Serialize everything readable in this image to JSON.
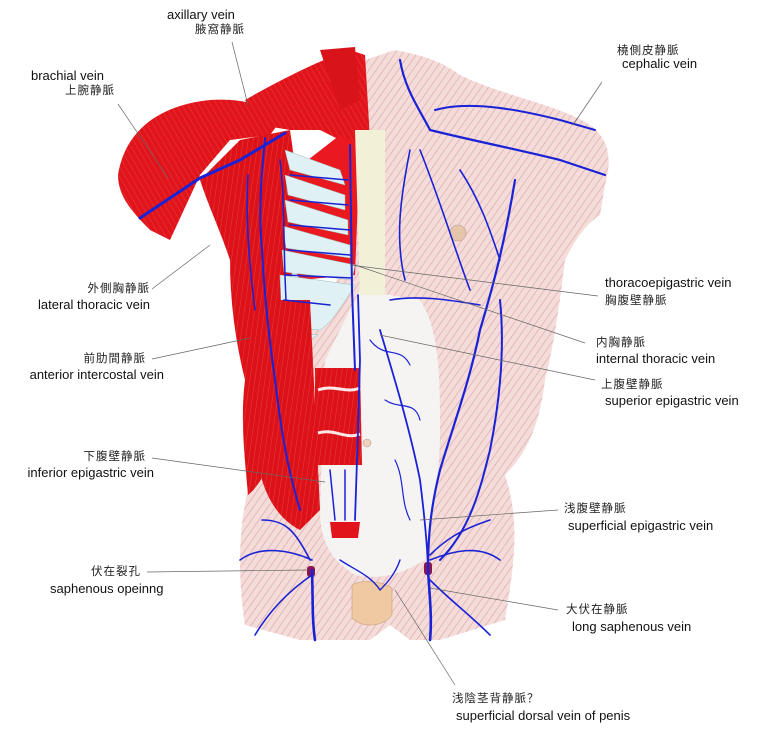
{
  "diagram": {
    "subject": "Superficial veins of the anterior trunk",
    "colors": {
      "muscle": "#e0141a",
      "muscle_dark": "#b00d12",
      "skin": "#f1d8d6",
      "skin_hatch": "#c94b4b",
      "vein": "#1a22d6",
      "rib_cartilage": "#dff1f4",
      "bone": "#f3f0d8",
      "leader_line": "#666666",
      "genitalia": "#efc9a2"
    },
    "labels": {
      "axillary": {
        "en": "axillary vein",
        "zh": "腋窩静脈"
      },
      "brachial": {
        "en": "brachial vein",
        "zh": "上腕静脈"
      },
      "cephalic": {
        "en": "cephalic vein",
        "zh": "橈側皮静脈"
      },
      "lateral_thoracic": {
        "en": "lateral thoracic vein",
        "zh": "外側胸静脈"
      },
      "thoracoepigastric": {
        "en": "thoracoepigastric vein",
        "zh": "胸腹壁静脈"
      },
      "internal_thoracic": {
        "en": "internal thoracic vein",
        "zh": "内胸静脈"
      },
      "anterior_intercostal": {
        "en": "anterior intercostal vein",
        "zh": "前肋間静脈"
      },
      "superior_epigastric": {
        "en": "superior epigastric vein",
        "zh": "上腹壁静脈"
      },
      "inferior_epigastric": {
        "en": "inferior epigastric vein",
        "zh": "下腹壁静脈"
      },
      "superficial_epigastric": {
        "en": "superficial epigastric vein",
        "zh": "浅腹壁静脈"
      },
      "saphenous_opening": {
        "en": "saphenous opeinng",
        "zh": "伏在裂孔"
      },
      "long_saphenous": {
        "en": "long saphenous vein",
        "zh": "大伏在静脈"
      },
      "dorsal_penis": {
        "en": "superficial dorsal vein of penis",
        "zh": "浅陰茎背静脈？"
      }
    }
  }
}
